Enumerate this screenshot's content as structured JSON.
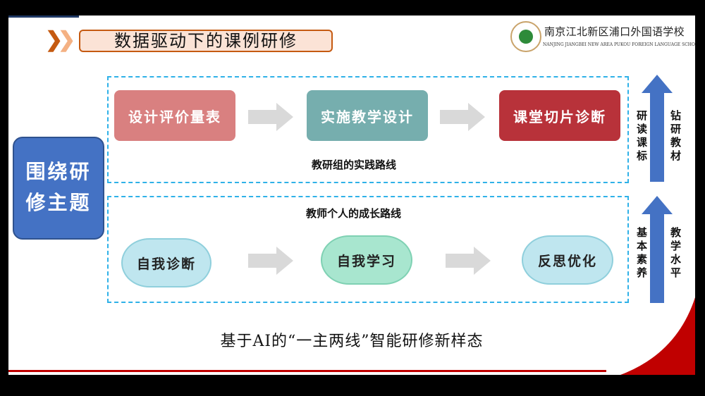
{
  "header": {
    "title": "数据驱动下的课例研修",
    "school_name_cn": "南京江北新区浦口外国语学校",
    "school_name_en": "NANJING JIANGBEI NEW AREA PUKOU FOREIGN LANGUAGE SCHOOL"
  },
  "center_box": {
    "line1": "围绕研",
    "line2": "修主题"
  },
  "practice_route": {
    "label": "教研组的实践路线",
    "steps": [
      "设计评价量表",
      "实施教学设计",
      "课堂切片诊断"
    ],
    "colors": [
      "#d98080",
      "#76aeae",
      "#b8323a"
    ]
  },
  "growth_route": {
    "label": "教师个人的成长路线",
    "steps": [
      "自我诊断",
      "自我学习",
      "反思优化"
    ],
    "colors": [
      "#bfe6ef",
      "#a8e6cf",
      "#bfe6ef"
    ]
  },
  "side_arrows": {
    "upper_left": "研读课标",
    "upper_right": "钻研教材",
    "lower_left": "基本素养",
    "lower_right": "教学水平",
    "color": "#4472c4"
  },
  "footer": {
    "text": "基于AI的“一主两线”智能研修新样态"
  },
  "colors": {
    "accent_red": "#c00000",
    "title_border": "#c55a11",
    "dashed": "#2fb1e8"
  }
}
